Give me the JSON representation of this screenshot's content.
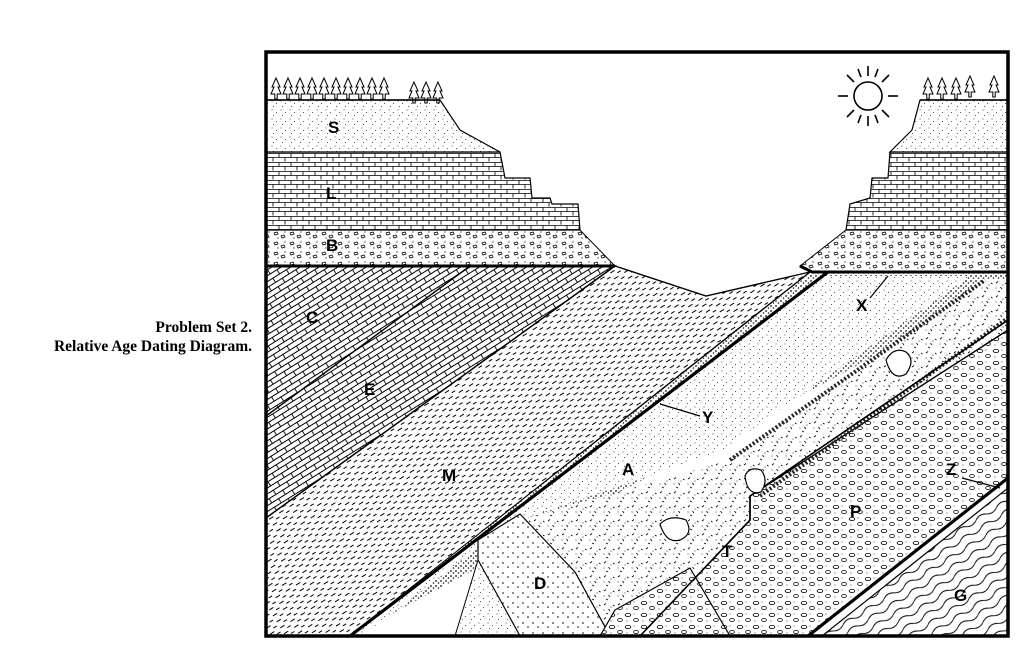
{
  "caption": {
    "line1": "Problem Set 2.",
    "line2": "Relative Age Dating Diagram."
  },
  "diagram": {
    "labels": {
      "S": "S",
      "L": "L",
      "B": "B",
      "C": "C",
      "E": "E",
      "M": "M",
      "X": "X",
      "Y": "Y",
      "A": "A",
      "T": "T",
      "P": "P",
      "Z": "Z",
      "D": "D",
      "G": "G"
    },
    "icons": [
      "sun-icon",
      "tree-icon"
    ]
  }
}
